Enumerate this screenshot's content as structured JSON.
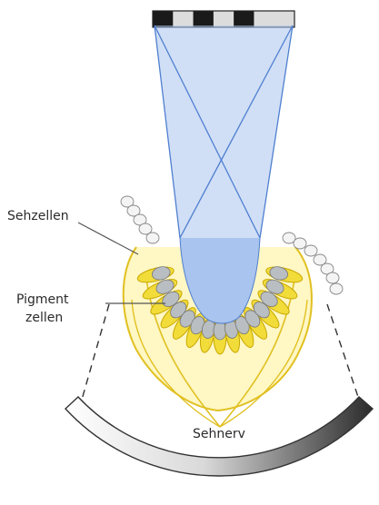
{
  "labels": {
    "receptor_cells": "Sehzellen",
    "pigment_cells_line1": "Pigment",
    "pigment_cells_line2": "zellen",
    "optic_nerve": "Sehnerv"
  },
  "colors": {
    "light_cone": "#a9c4ee",
    "light_cone_edge": "#4f7fd0",
    "pigment_yellow": "#f1dc3a",
    "pigment_edge": "#c9a800",
    "receptor_gray": "#b9bec2",
    "cup_inner": "#a9c4ee",
    "nerve_line": "#e0c020",
    "leader_line": "#555555",
    "bar_dark": "#1a1a1a",
    "bar_light": "#dcdcdc"
  },
  "object_bar": {
    "pattern": [
      "dark",
      "light",
      "dark",
      "light",
      "dark",
      "light",
      "light"
    ]
  }
}
